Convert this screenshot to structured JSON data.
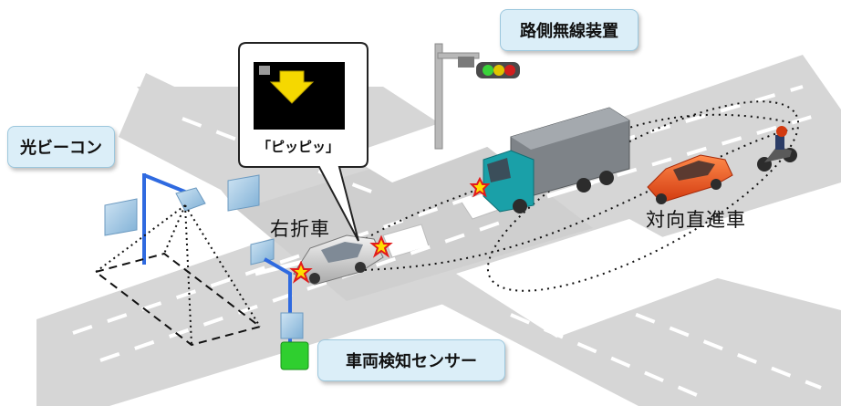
{
  "labels": {
    "roadside_unit": "路側無線装置",
    "optical_beacon": "光ビーコン",
    "vehicle_sensor": "車両検知センサー",
    "right_turn_car": "右折車",
    "oncoming_car": "対向直進車",
    "alert_sound": "「ピッピッ」"
  },
  "colors": {
    "road": "#d6d6d6",
    "lane_marking": "#ffffff",
    "beacon_pole": "#2f6ae0",
    "label_fill": "#dbeef8",
    "alert_arrow": "#f5d800",
    "truck_cab": "#1aa0a8",
    "oncoming_car": "#e8481c",
    "sensor_green": "#2fcf2f"
  }
}
